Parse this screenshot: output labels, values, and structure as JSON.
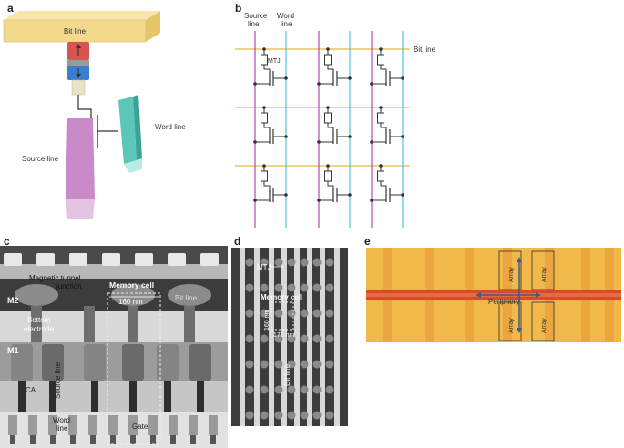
{
  "panels": {
    "a": {
      "label": "a",
      "bit_line": "Bit line",
      "word_line": "Word line",
      "source_line": "Source line"
    },
    "b": {
      "label": "b",
      "source_line": "Source\nline",
      "word_line": "Word\nline",
      "bit_line": "Bit line",
      "mtj": "MTJ"
    },
    "c": {
      "label": "c",
      "mtj": "Magnetic tunnel\njunction",
      "memory_cell": "Memory cell",
      "scale": "160 nm",
      "bit_line": "Bit line",
      "m2": "M2",
      "bottom_electrode": "Bottom\nelectrode",
      "m1": "M1",
      "source_line": "Source line",
      "ca": "CA",
      "word_line": "Word\nline",
      "gate": "Gate"
    },
    "d": {
      "label": "d",
      "mtj": "MTJ",
      "memory_cell": "Memory cell",
      "height": "160 nm",
      "width": "171 nm",
      "bit_line": "Bit line"
    },
    "e": {
      "label": "e",
      "array_labels": [
        "Array",
        "Array",
        "Array",
        "Array"
      ],
      "periphery": "Periphery"
    }
  },
  "colors": {
    "bit_line_bar": "#f3d98e",
    "source_line": "#b978b8",
    "word_line": "#5cc6b8",
    "grid_bit_line": "#e6b84a",
    "grid_source_line": "#b54ab0",
    "grid_word_line": "#4cc6d4",
    "heatmap_base": "#f0b94a",
    "heatmap_band": "#d94a2a"
  }
}
